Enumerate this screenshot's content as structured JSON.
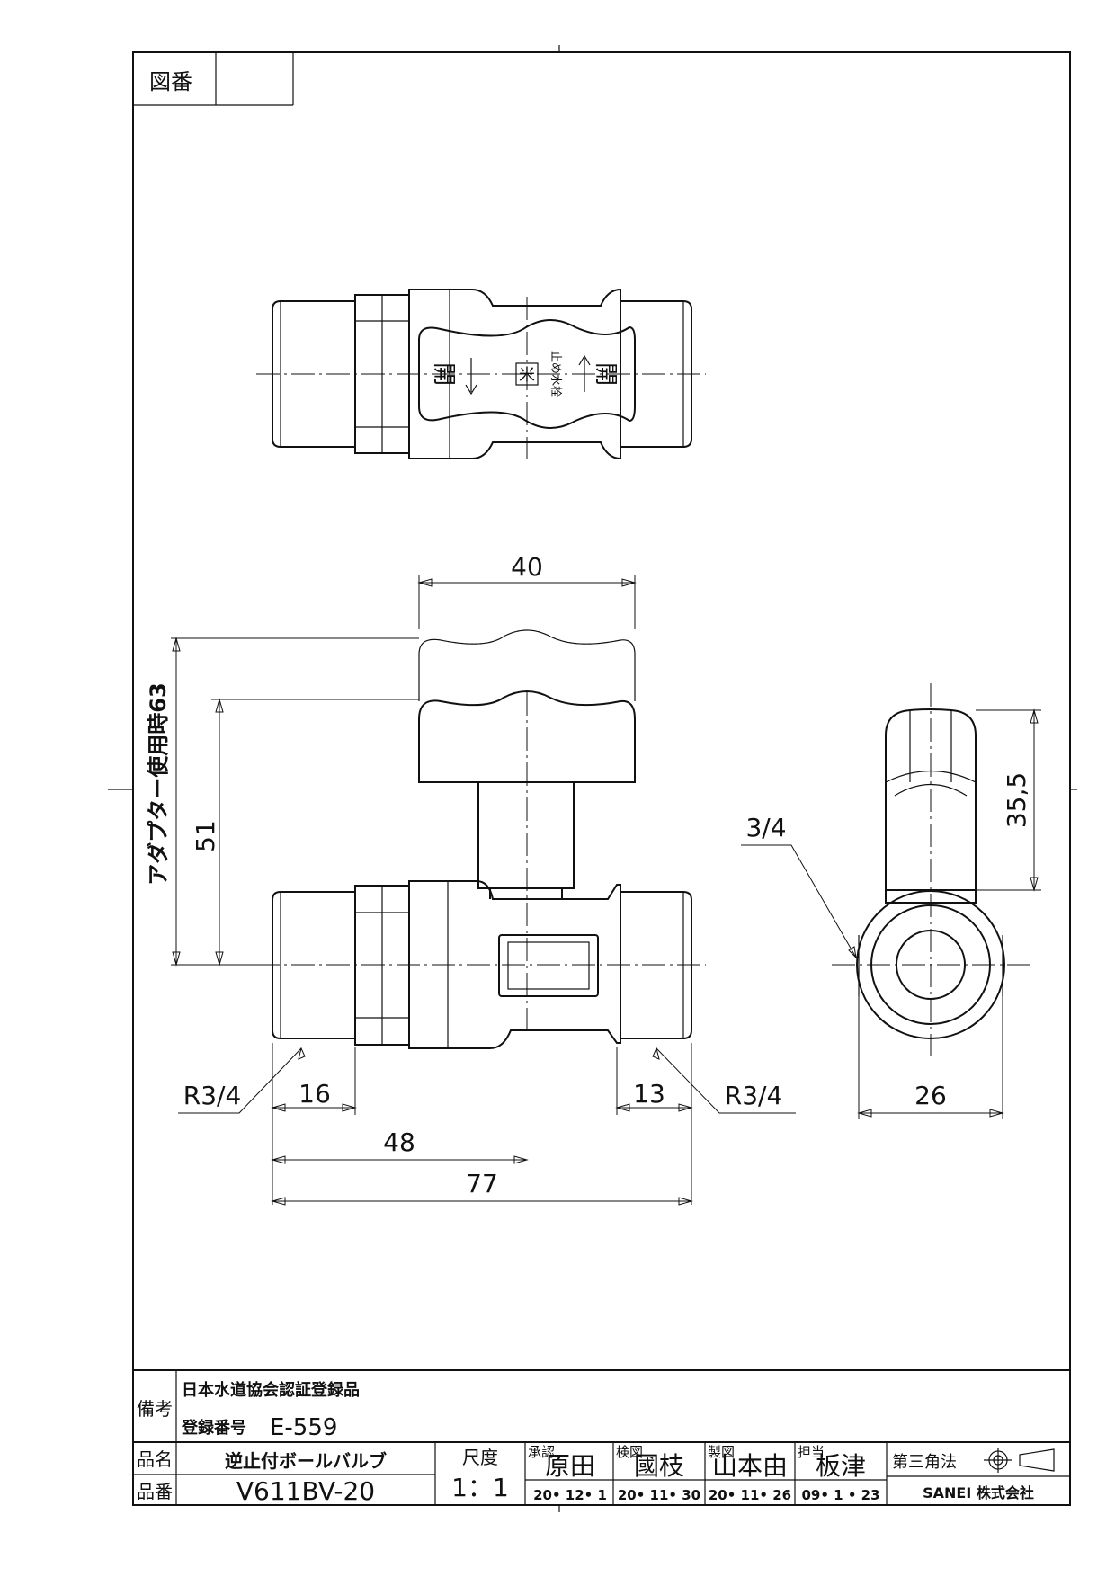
{
  "frame": {
    "drawing_no_label": "図番",
    "drawing_no_value": ""
  },
  "top_view": {
    "handle_open_left": "開",
    "handle_open_right": "開",
    "handle_center_mark": "米",
    "handle_stop_text": "止め水栓"
  },
  "dimensions": {
    "width_40": "40",
    "height_51": "51",
    "height_adapter": "アダプター使用時63",
    "thread_left": "R3/4",
    "thread_right": "R3/4",
    "len_16": "16",
    "len_13": "13",
    "len_48": "48",
    "len_77": "77",
    "side_35_5": "35,5",
    "side_3_4": "3/4",
    "side_26": "26"
  },
  "title_block": {
    "remarks_label": "備考",
    "remarks_line1": "日本水道協会認証登録品",
    "remarks_line2_label": "登録番号",
    "remarks_line2_value": "E-559",
    "name_label": "品名",
    "name_value": "逆止付ボールバルブ",
    "part_label": "品番",
    "part_value": "V611BV-20",
    "scale_label": "尺度",
    "scale_value": "1：1",
    "approved_label": "承認",
    "approved_name": "原田",
    "approved_date": "20• 12•  1",
    "checked_label": "検図",
    "checked_name": "國枝",
    "checked_date": "20• 11• 30",
    "drawn_label": "製図",
    "drawn_name": "山本由",
    "drawn_date": "20• 11• 26",
    "charge_label": "担当",
    "charge_name": "板津",
    "charge_date": "09•  1 • 23",
    "projection_label": "第三角法",
    "company": "SANEI 株式会社"
  }
}
